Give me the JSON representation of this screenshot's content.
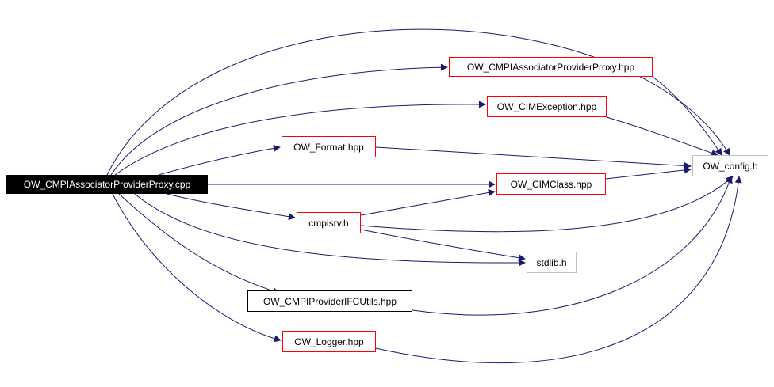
{
  "colors": {
    "edge": "#191970",
    "node_border_linked": "#ff0000",
    "node_border_plain": "#000000",
    "node_border_system": "#bfbfbf",
    "root_fill": "#000000",
    "root_text": "#ffffff"
  },
  "nodes": {
    "root": "OW_CMPIAssociatorProviderProxy.cpp",
    "proxy_hpp": "OW_CMPIAssociatorProviderProxy.hpp",
    "cimexception": "OW_CIMException.hpp",
    "format": "OW_Format.hpp",
    "config": "OW_config.h",
    "cimclass": "OW_CIMClass.hpp",
    "cmpisrv": "cmpisrv.h",
    "stdlib": "stdlib.h",
    "ifcutils": "OW_CMPIProviderIFCUtils.hpp",
    "logger": "OW_Logger.hpp"
  },
  "edges": [
    [
      "root",
      "proxy_hpp"
    ],
    [
      "root",
      "cimexception"
    ],
    [
      "root",
      "format"
    ],
    [
      "root",
      "cimclass"
    ],
    [
      "root",
      "cmpisrv"
    ],
    [
      "root",
      "stdlib"
    ],
    [
      "root",
      "ifcutils"
    ],
    [
      "root",
      "logger"
    ],
    [
      "root",
      "config"
    ],
    [
      "proxy_hpp",
      "config"
    ],
    [
      "cimexception",
      "config"
    ],
    [
      "format",
      "config"
    ],
    [
      "cimclass",
      "config"
    ],
    [
      "cmpisrv",
      "cimclass"
    ],
    [
      "cmpisrv",
      "config"
    ],
    [
      "cmpisrv",
      "stdlib"
    ],
    [
      "ifcutils",
      "config"
    ],
    [
      "logger",
      "config"
    ]
  ]
}
